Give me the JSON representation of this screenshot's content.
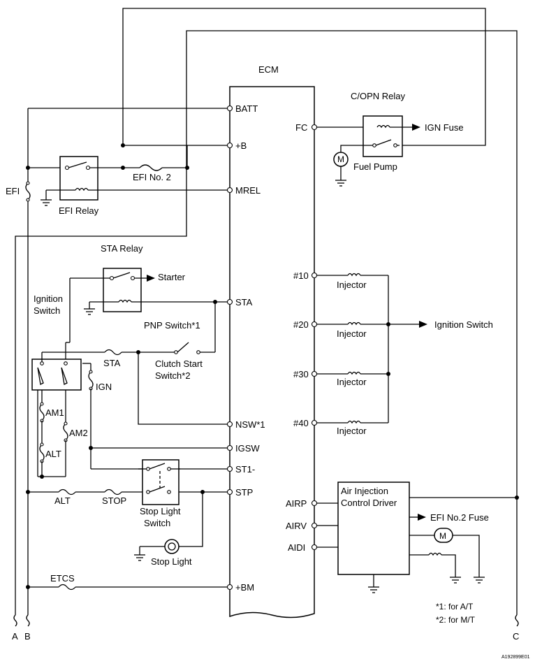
{
  "ecm": {
    "title": "ECM",
    "pins_left": [
      "BATT",
      "+B",
      "MREL",
      "STA",
      "NSW*1",
      "IGSW",
      "ST1-",
      "STP",
      "+BM"
    ],
    "pins_right": [
      "FC",
      "#10",
      "#20",
      "#30",
      "#40",
      "AIRP",
      "AIRV",
      "AIDI"
    ]
  },
  "components": {
    "copn_relay": "C/OPN Relay",
    "ign_fuse": "IGN Fuse",
    "fuel_pump": "Fuel Pump",
    "efi_no2": "EFI No. 2",
    "efi": "EFI",
    "efi_relay": "EFI Relay",
    "sta_relay": "STA Relay",
    "starter": "Starter",
    "ignition_switch": [
      "Ignition",
      "Switch"
    ],
    "pnp_switch": "PNP Switch*1",
    "sta_fuse": "STA",
    "clutch_start_switch": [
      "Clutch Start",
      "Switch*2"
    ],
    "ign_fuse_small": "IGN",
    "am1": "AM1",
    "am2": "AM2",
    "alt_fuse": "ALT",
    "alt_fuse_lower": "ALT",
    "stop_fuse": "STOP",
    "stop_light_switch": [
      "Stop Light",
      "Switch"
    ],
    "stop_light": "Stop Light",
    "etcs": "ETCS",
    "injector": "Injector",
    "injector_ignition_switch": "Ignition Switch",
    "air_injection_driver": [
      "Air Injection",
      "Control Driver"
    ],
    "efi_no2_fuse": "EFI No.2 Fuse"
  },
  "connectors": {
    "a": "A",
    "b": "B",
    "c": "C"
  },
  "notes": [
    "*1: for A/T",
    "*2: for M/T"
  ],
  "figure_id": "A192899E01"
}
